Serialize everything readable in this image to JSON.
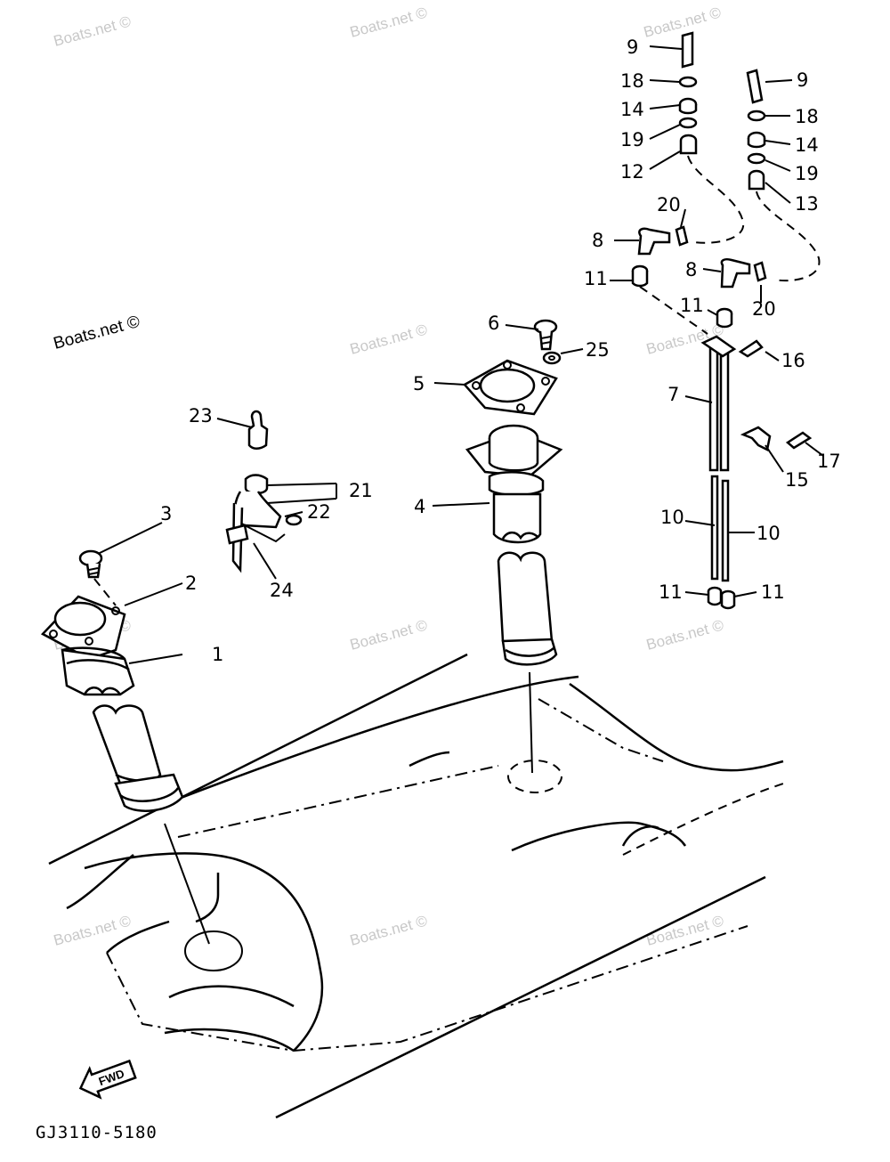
{
  "watermark": "Boats.net ©",
  "drawing_code": "GJ3110-5180",
  "direction_marker": "FWD",
  "callouts": {
    "c1": "1",
    "c2": "2",
    "c3": "3",
    "c4": "4",
    "c5": "5",
    "c6": "6",
    "c7": "7",
    "c8a": "8",
    "c8b": "8",
    "c9a": "9",
    "c9b": "9",
    "c10a": "10",
    "c10b": "10",
    "c11a": "11",
    "c11b": "11",
    "c11c": "11",
    "c11d": "11",
    "c12": "12",
    "c13": "13",
    "c14a": "14",
    "c14b": "14",
    "c15": "15",
    "c16": "16",
    "c17": "17",
    "c18a": "18",
    "c18b": "18",
    "c19a": "19",
    "c19b": "19",
    "c20a": "20",
    "c20b": "20",
    "c21": "21",
    "c22": "22",
    "c23": "23",
    "c24": "24",
    "c25": "25"
  }
}
